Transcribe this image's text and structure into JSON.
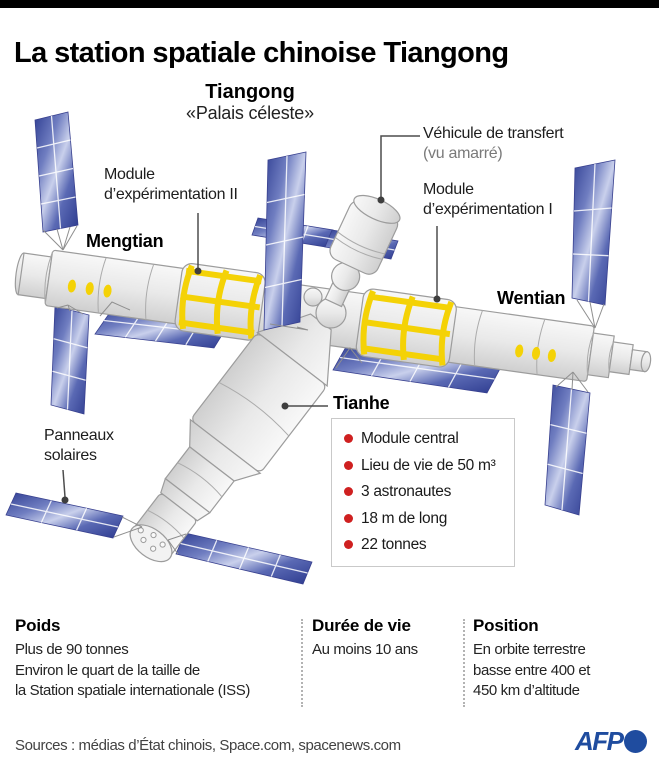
{
  "header": {
    "title": "La station spatiale chinoise Tiangong"
  },
  "diagram": {
    "station_name": "Tiangong",
    "station_subtitle": "«Palais céleste»",
    "labels": {
      "transfer_vehicle": "Véhicule de transfert",
      "transfer_vehicle_note": "(vu amarré)",
      "module_exp2_l1": "Module",
      "module_exp2_l2": "d’expérimentation II",
      "module_exp1_l1": "Module",
      "module_exp1_l2": "d’expérimentation I",
      "mengtian": "Mengtian",
      "wentian": "Wentian",
      "tianhe": "Tianhe",
      "solar_l1": "Panneaux",
      "solar_l2": "solaires"
    },
    "tianhe_facts": [
      "Module central",
      "Lieu de vie de 50 m³",
      "3 astronautes",
      "18 m de long",
      "22 tonnes"
    ]
  },
  "stats": [
    {
      "title": "Poids",
      "lines": [
        "Plus de 90 tonnes",
        "Environ le quart de la taille de",
        "la Station spatiale internationale (ISS)"
      ]
    },
    {
      "title": "Durée de vie",
      "lines": [
        "Au moins 10 ans"
      ]
    },
    {
      "title": "Position",
      "lines": [
        "En orbite terrestre",
        "basse entre 400 et",
        "450 km d’altitude"
      ]
    }
  ],
  "footer": {
    "sources": "Sources : médias d’État chinois, Space.com, spacenews.com",
    "logo_text": "AFP"
  },
  "colors": {
    "panel_blue": "#39499E",
    "truss_yellow": "#F4D206",
    "module_gray": "#E9E9E9",
    "bullet_red": "#CF2020",
    "afp_blue": "#1F4C9F",
    "top_bar": "#000000"
  }
}
